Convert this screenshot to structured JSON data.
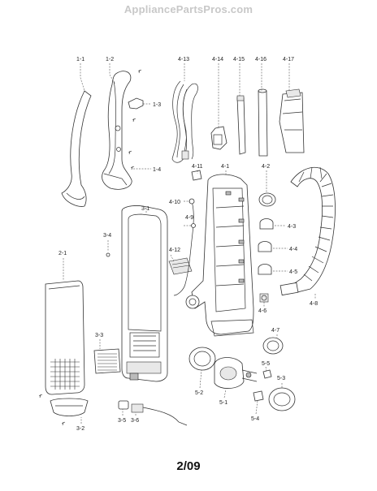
{
  "watermark": "AppliancePartsPros.com",
  "page_code": "2/09",
  "callouts": [
    "1-1",
    "1-2",
    "1-3",
    "1-4",
    "4-13",
    "4-14",
    "4-15",
    "4-16",
    "4-17",
    "4-11",
    "4-1",
    "4-2",
    "4-10",
    "4-9",
    "4-3",
    "4-4",
    "4-5",
    "4-6",
    "4-7",
    "4-8",
    "4-12",
    "3-1",
    "3-4",
    "2-1",
    "3-3",
    "3-2",
    "3-5",
    "3-6",
    "5-2",
    "5-1",
    "5-5",
    "5-4",
    "5-3"
  ]
}
